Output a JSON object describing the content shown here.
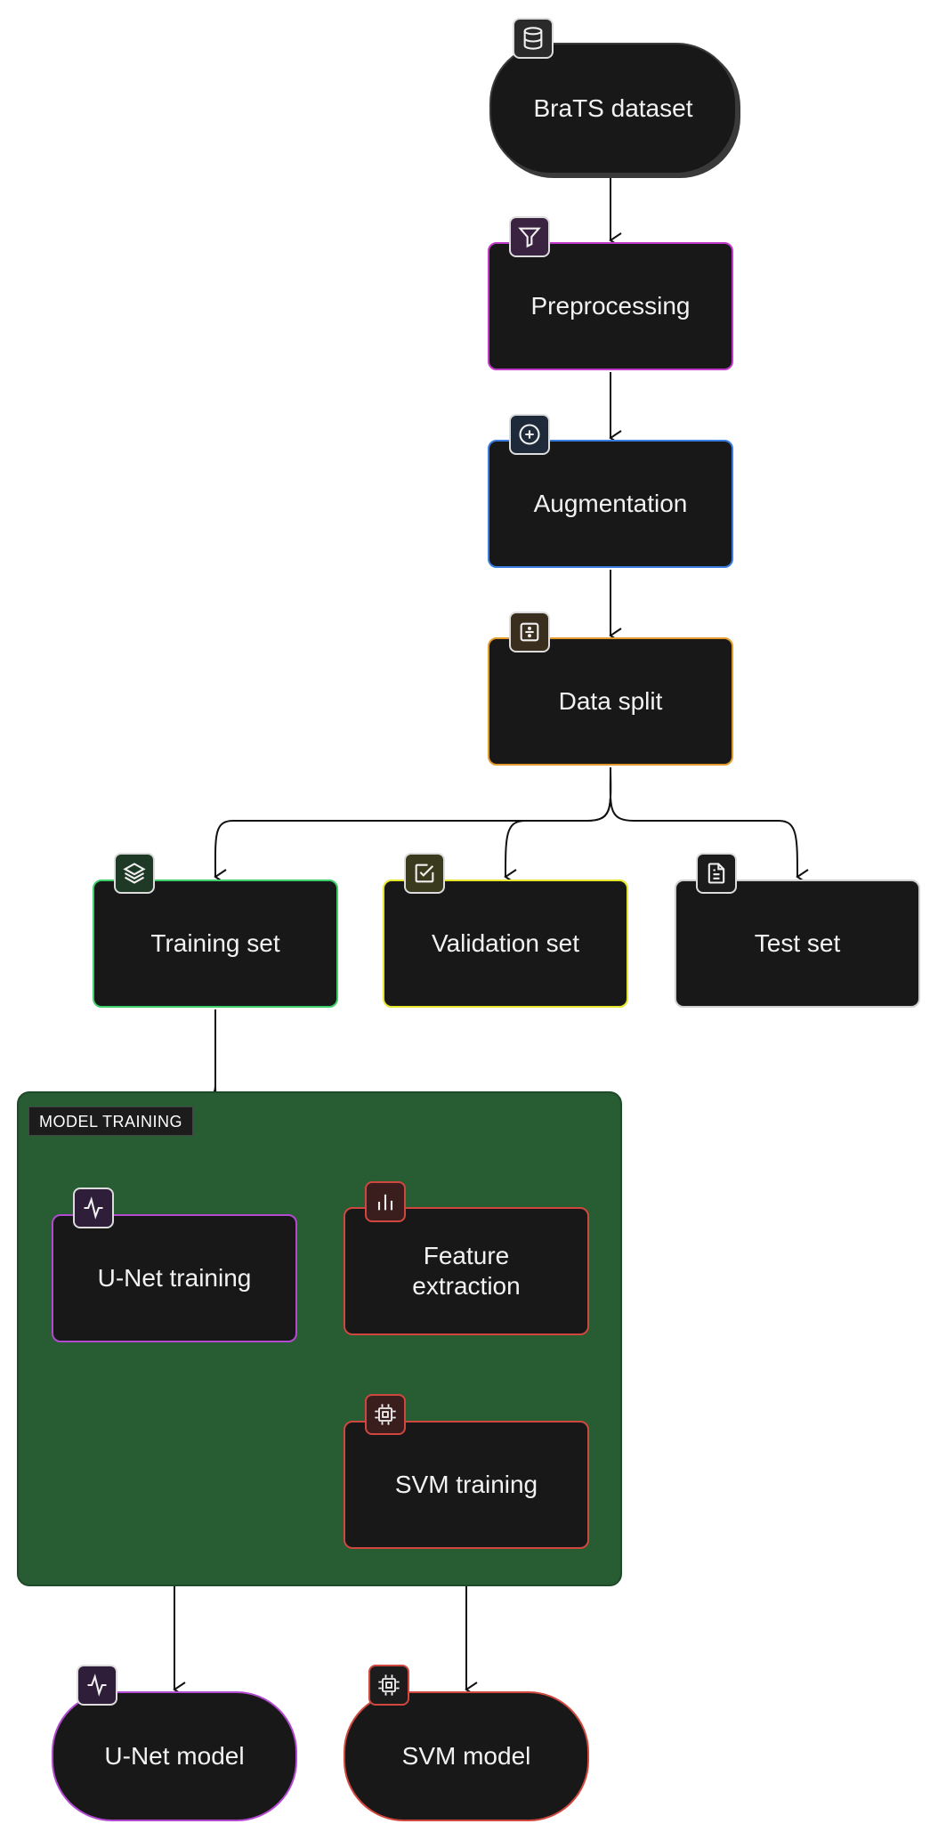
{
  "group": {
    "label": "MODEL TRAINING"
  },
  "nodes": {
    "brats": "BraTS dataset",
    "preprocessing": "Preprocessing",
    "augmentation": "Augmentation",
    "data_split": "Data split",
    "training_set": "Training set",
    "validation_set": "Validation set",
    "test_set": "Test set",
    "unet_training": "U-Net training",
    "feature_extraction": "Feature\nextraction",
    "svm_training": "SVM training",
    "unet_model": "U-Net model",
    "svm_model": "SVM model"
  },
  "colors": {
    "brats": "#3a3a3a",
    "preprocessing": "#c23ac9",
    "augmentation": "#3b7de0",
    "data_split": "#e39a2c",
    "training_set": "#3fcf6a",
    "validation_set": "#e6e62a",
    "test_set": "#cfcfcf",
    "unet": "#b24ad1",
    "svm": "#d0473f",
    "group_fill": "#285c33"
  },
  "icons": {
    "brats": "database-icon",
    "preprocessing": "filter-icon",
    "augmentation": "plus-circle-icon",
    "data_split": "divide-icon",
    "training_set": "layers-icon",
    "validation_set": "check-square-icon",
    "test_set": "file-text-icon",
    "unet_training": "activity-icon",
    "feature_extraction": "bar-chart-icon",
    "svm_training": "cpu-icon",
    "unet_model": "activity-icon",
    "svm_model": "cpu-icon"
  }
}
